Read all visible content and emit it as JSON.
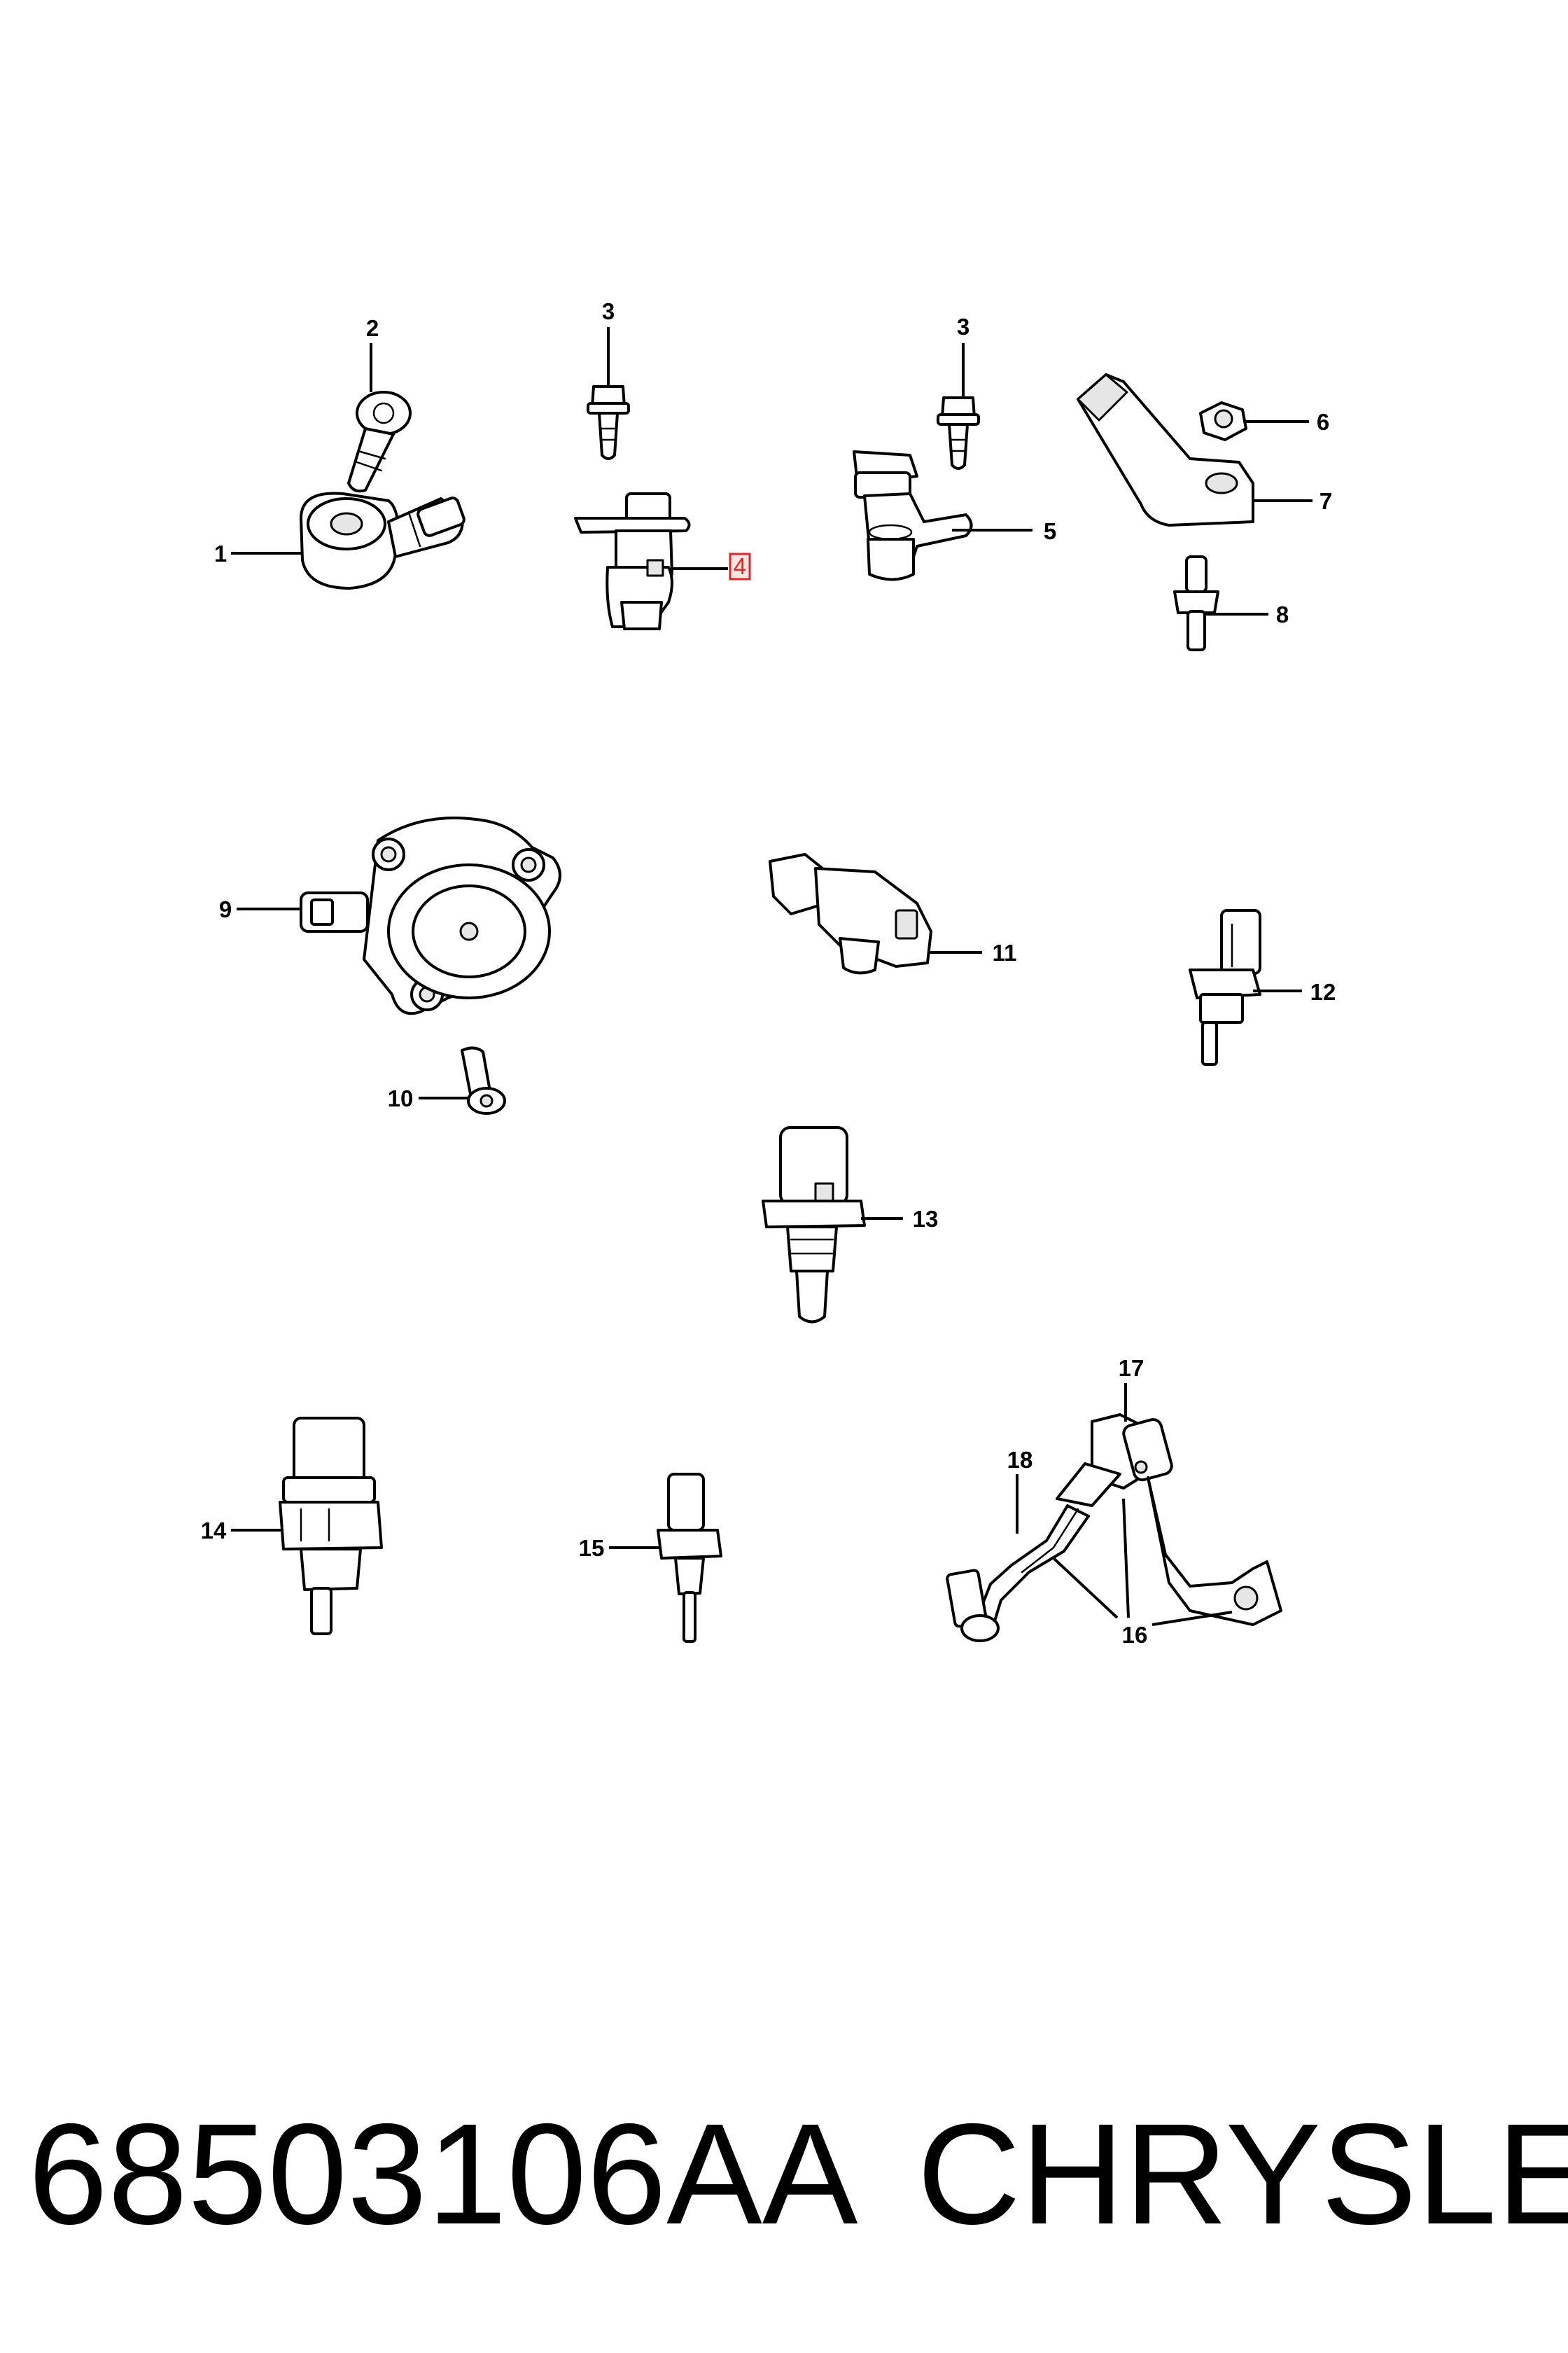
{
  "callouts": {
    "c1": "1",
    "c2": "2",
    "c3a": "3",
    "c3b": "3",
    "c4": "4",
    "c5": "5",
    "c6": "6",
    "c7": "7",
    "c8": "8",
    "c9": "9",
    "c10": "10",
    "c11": "11",
    "c12": "12",
    "c13": "13",
    "c14": "14",
    "c15": "15",
    "c16": "16",
    "c17": "17",
    "c18": "18"
  },
  "highlighted_callout": "4",
  "caption": {
    "part_number": "68503106AA",
    "brand": "CHRYSLER"
  }
}
